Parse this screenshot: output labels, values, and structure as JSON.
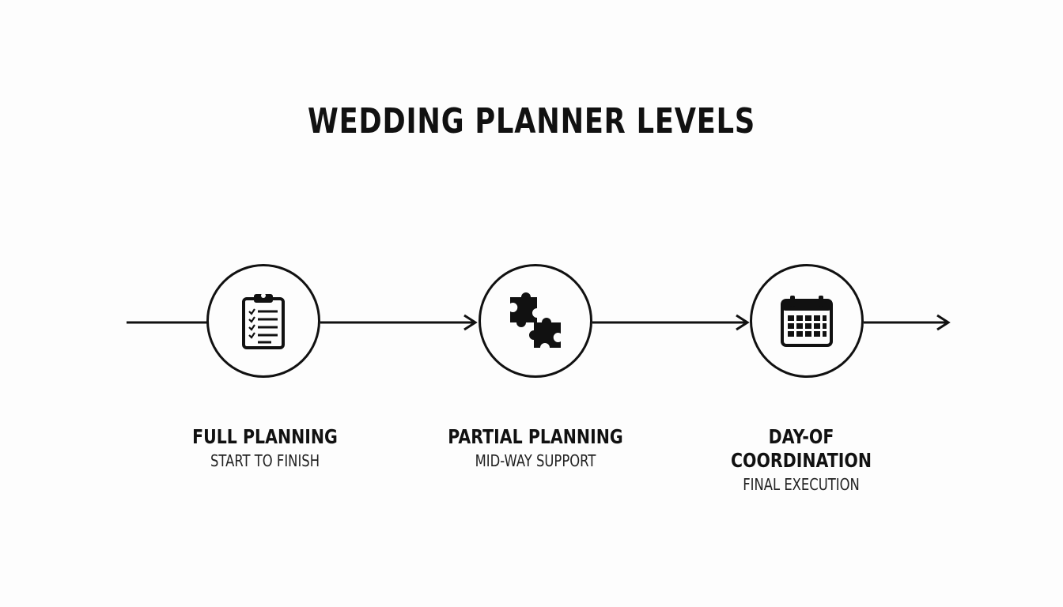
{
  "title": "WEDDING PLANNER LEVELS",
  "levels": [
    {
      "title": "FULL PLANNING",
      "subtitle": "START TO FINISH",
      "icon": "clipboard-checklist-icon"
    },
    {
      "title": "PARTIAL PLANNING",
      "subtitle": "MID-WAY SUPPORT",
      "icon": "puzzle-pieces-icon"
    },
    {
      "title": "DAY-OF COORDINATION",
      "subtitle": "FINAL EXECUTION",
      "icon": "calendar-icon"
    }
  ],
  "colors": {
    "background": "#fdfdfd",
    "ink": "#111111"
  }
}
